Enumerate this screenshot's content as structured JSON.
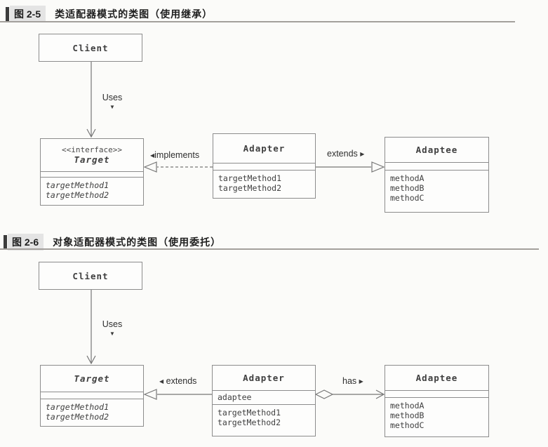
{
  "figures": [
    {
      "tag": "图 2-5",
      "title": "类适配器模式的类图（使用继承）",
      "labels": {
        "uses": "Uses",
        "uses_dir": "▼",
        "implements_dir": "◀",
        "implements": "implements",
        "extends": "extends",
        "extends_dir": "▶"
      },
      "classes": {
        "client": {
          "name": "Client"
        },
        "target": {
          "stereotype": "<<interface>>",
          "name": "Target",
          "methods": [
            "targetMethod1",
            "targetMethod2"
          ]
        },
        "adapter": {
          "name": "Adapter",
          "methods": [
            "targetMethod1",
            "targetMethod2"
          ]
        },
        "adaptee": {
          "name": "Adaptee",
          "methods": [
            "methodA",
            "methodB",
            "methodC"
          ]
        }
      }
    },
    {
      "tag": "图 2-6",
      "title": "对象适配器模式的类图（使用委托）",
      "labels": {
        "uses": "Uses",
        "uses_dir": "▼",
        "extends_dir": "◀",
        "extends": "extends",
        "has": "has",
        "has_dir": "▶"
      },
      "classes": {
        "client": {
          "name": "Client"
        },
        "target": {
          "name": "Target",
          "methods": [
            "targetMethod1",
            "targetMethod2"
          ]
        },
        "adapter": {
          "name": "Adapter",
          "attributes": [
            "adaptee"
          ],
          "methods": [
            "targetMethod1",
            "targetMethod2"
          ]
        },
        "adaptee": {
          "name": "Adaptee",
          "methods": [
            "methodA",
            "methodB",
            "methodC"
          ]
        }
      }
    }
  ],
  "colors": {
    "paper": "#fbfbf9",
    "box_border": "#8c8c8c",
    "box_fill": "#fdfdfc",
    "mono_text": "#3f3f3f",
    "title_text": "#1f1f1f",
    "tag_background": "#e4e4e4",
    "tag_bar": "#3c3c3c",
    "caption_rule": "#a3a09c",
    "connector_line": "#767676"
  }
}
